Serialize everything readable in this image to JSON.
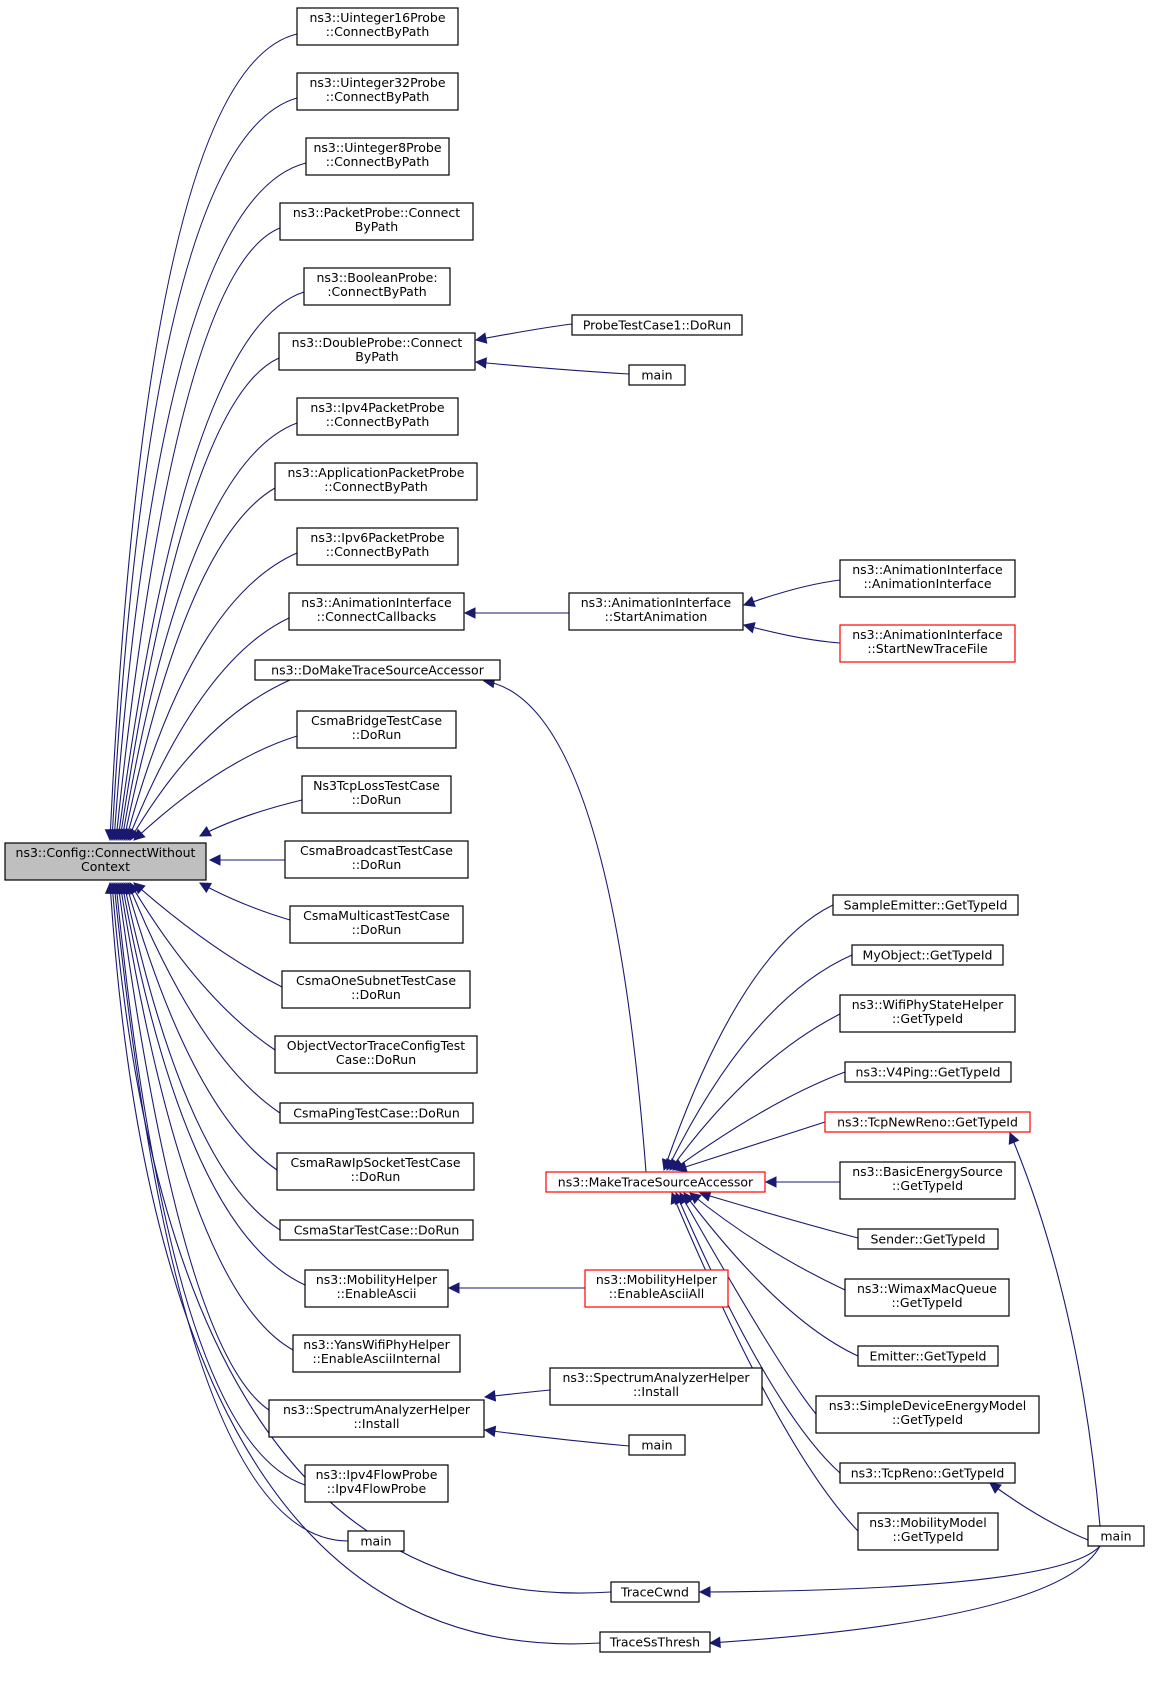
{
  "graph": {
    "root": "ns3::Config::ConnectWithout Context",
    "nodes": {
      "root": [
        "ns3::Config::ConnectWithout",
        "Context"
      ],
      "u16": [
        "ns3::Uinteger16Probe",
        "::ConnectByPath"
      ],
      "u32": [
        "ns3::Uinteger32Probe",
        "::ConnectByPath"
      ],
      "u8": [
        "ns3::Uinteger8Probe",
        "::ConnectByPath"
      ],
      "pkt": [
        "ns3::PacketProbe::Connect",
        "ByPath"
      ],
      "bool": [
        "ns3::BooleanProbe:",
        ":ConnectByPath"
      ],
      "dbl": [
        "ns3::DoubleProbe::Connect",
        "ByPath"
      ],
      "ipv4p": [
        "ns3::Ipv4PacketProbe",
        "::ConnectByPath"
      ],
      "app": [
        "ns3::ApplicationPacketProbe",
        "::ConnectByPath"
      ],
      "ipv6p": [
        "ns3::Ipv6PacketProbe",
        "::ConnectByPath"
      ],
      "anicc": [
        "ns3::AnimationInterface",
        "::ConnectCallbacks"
      ],
      "domake": [
        "ns3::DoMakeTraceSourceAccessor"
      ],
      "csmabr": [
        "CsmaBridgeTestCase",
        "::DoRun"
      ],
      "ns3tcp": [
        "Ns3TcpLossTestCase",
        "::DoRun"
      ],
      "csmabc": [
        "CsmaBroadcastTestCase",
        "::DoRun"
      ],
      "csmamc": [
        "CsmaMulticastTestCase",
        "::DoRun"
      ],
      "csmaone": [
        "CsmaOneSubnetTestCase",
        "::DoRun"
      ],
      "objvec": [
        "ObjectVectorTraceConfigTest",
        "Case::DoRun"
      ],
      "csmaping": [
        "CsmaPingTestCase::DoRun"
      ],
      "csmaraw": [
        "CsmaRawIpSocketTestCase",
        "::DoRun"
      ],
      "csmastar": [
        "CsmaStarTestCase::DoRun"
      ],
      "mobea": [
        "ns3::MobilityHelper",
        "::EnableAscii"
      ],
      "yans": [
        "ns3::YansWifiPhyHelper",
        "::EnableAsciiInternal"
      ],
      "spec": [
        "ns3::SpectrumAnalyzerHelper",
        "::Install"
      ],
      "ipv4fp": [
        "ns3::Ipv4FlowProbe",
        "::Ipv4FlowProbe"
      ],
      "main1": [
        "main"
      ],
      "tracecwnd": [
        "TraceCwnd"
      ],
      "tracess": [
        "TraceSsThresh"
      ],
      "probetc": [
        "ProbeTestCase1::DoRun"
      ],
      "main2": [
        "main"
      ],
      "anistart": [
        "ns3::AnimationInterface",
        "::StartAnimation"
      ],
      "aniai": [
        "ns3::AnimationInterface",
        "::AnimationInterface"
      ],
      "anistf": [
        "ns3::AnimationInterface",
        "::StartNewTraceFile"
      ],
      "make": [
        "ns3::MakeTraceSourceAccessor"
      ],
      "mobeaall": [
        "ns3::MobilityHelper",
        "::EnableAsciiAll"
      ],
      "specinst": [
        "ns3::SpectrumAnalyzerHelper",
        "::Install"
      ],
      "main3": [
        "main"
      ],
      "sampleem": [
        "SampleEmitter::GetTypeId"
      ],
      "myobj": [
        "MyObject::GetTypeId"
      ],
      "wifips": [
        "ns3::WifiPhyStateHelper",
        "::GetTypeId"
      ],
      "v4ping": [
        "ns3::V4Ping::GetTypeId"
      ],
      "newreno": [
        "ns3::TcpNewReno::GetTypeId"
      ],
      "basicen": [
        "ns3::BasicEnergySource",
        "::GetTypeId"
      ],
      "sender": [
        "Sender::GetTypeId"
      ],
      "wimax": [
        "ns3::WimaxMacQueue",
        "::GetTypeId"
      ],
      "emitter": [
        "Emitter::GetTypeId"
      ],
      "simpledev": [
        "ns3::SimpleDeviceEnergyModel",
        "::GetTypeId"
      ],
      "tcpreno": [
        "ns3::TcpReno::GetTypeId"
      ],
      "mobmodel": [
        "ns3::MobilityModel",
        "::GetTypeId"
      ],
      "main4": [
        "main"
      ]
    }
  },
  "colors": {
    "edge": "#191970",
    "root_fill": "#bfbfbf",
    "truncated_border": "#ff0000"
  }
}
